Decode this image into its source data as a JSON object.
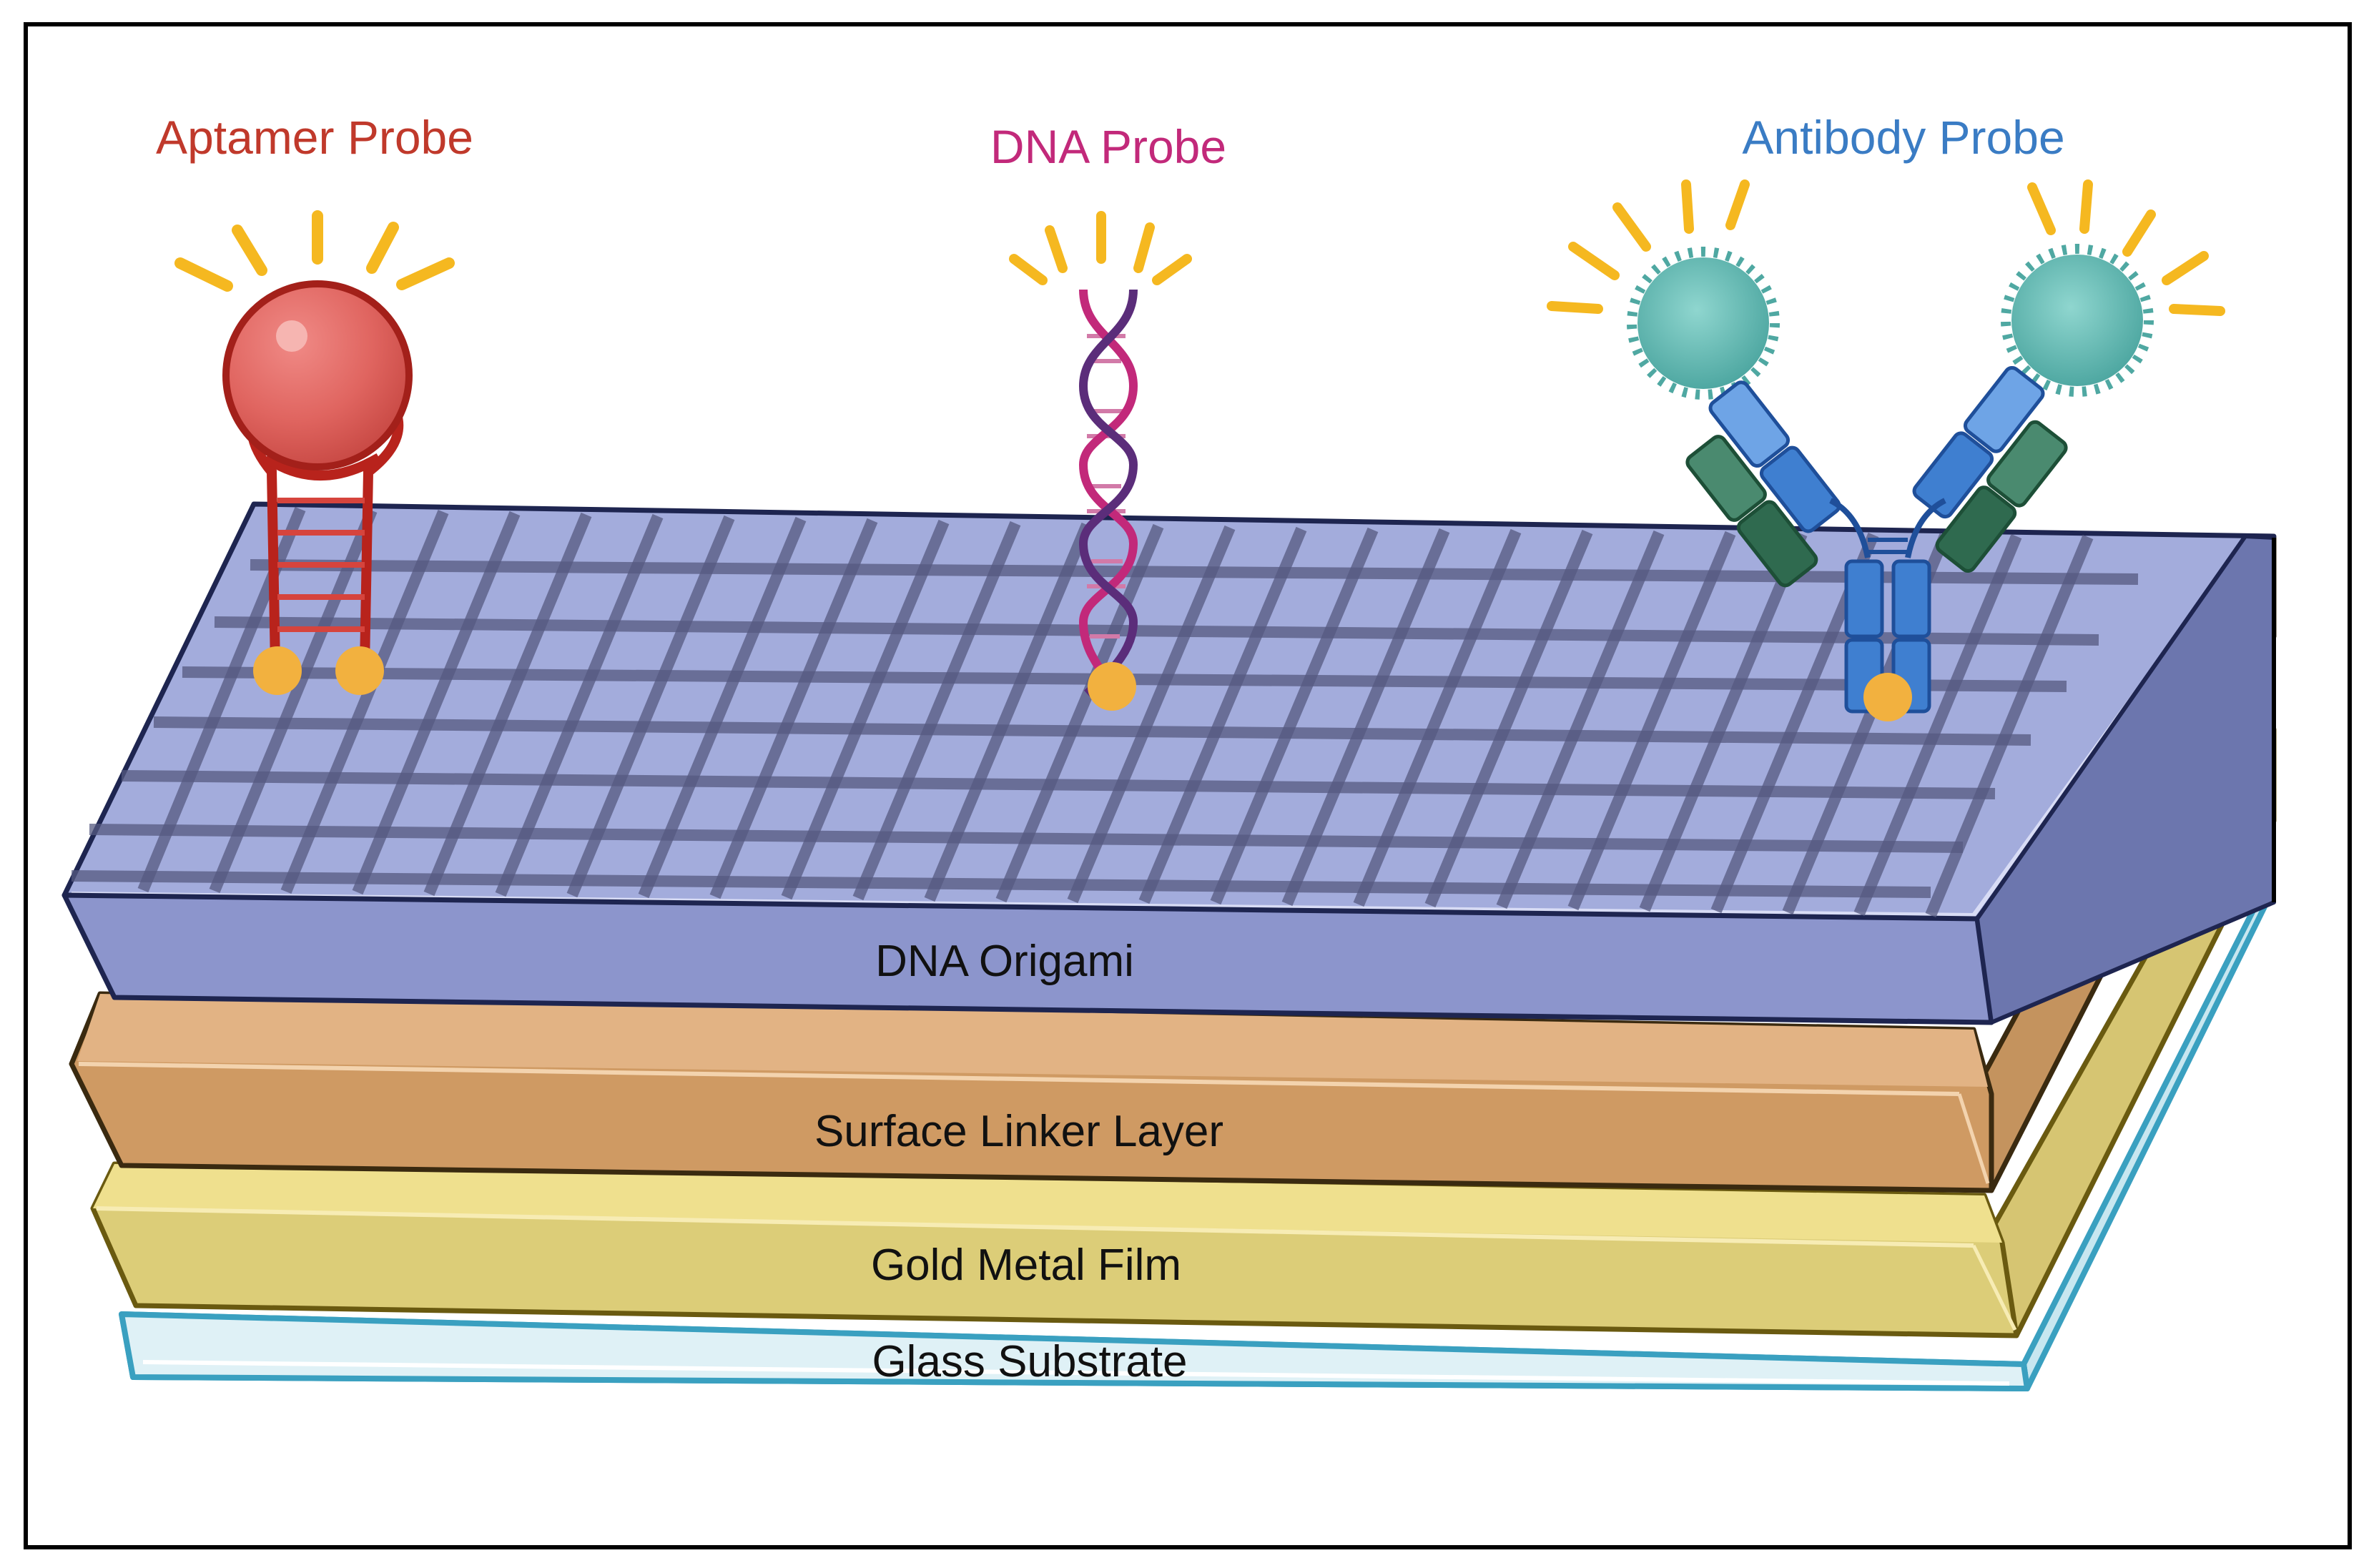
{
  "probes": {
    "aptamer": {
      "label": "Aptamer Probe",
      "color": "#c0392b"
    },
    "dna": {
      "label": "DNA Probe",
      "color": "#c2297a"
    },
    "antibody": {
      "label": "Antibody Probe",
      "color": "#3a7cc4"
    }
  },
  "layers": {
    "origami": {
      "label": "DNA Origami",
      "color": "#8e97cf"
    },
    "linker": {
      "label": "Surface Linker Layer",
      "color": "#cf9a63"
    },
    "gold": {
      "label": "Gold Metal Film",
      "color": "#e0cf7c"
    },
    "glass": {
      "label": "Glass Substrate",
      "color": "#dff1f6"
    }
  },
  "colors": {
    "glow": "#f5b820",
    "anchor": "#f2b13f",
    "frame": "#000000"
  }
}
